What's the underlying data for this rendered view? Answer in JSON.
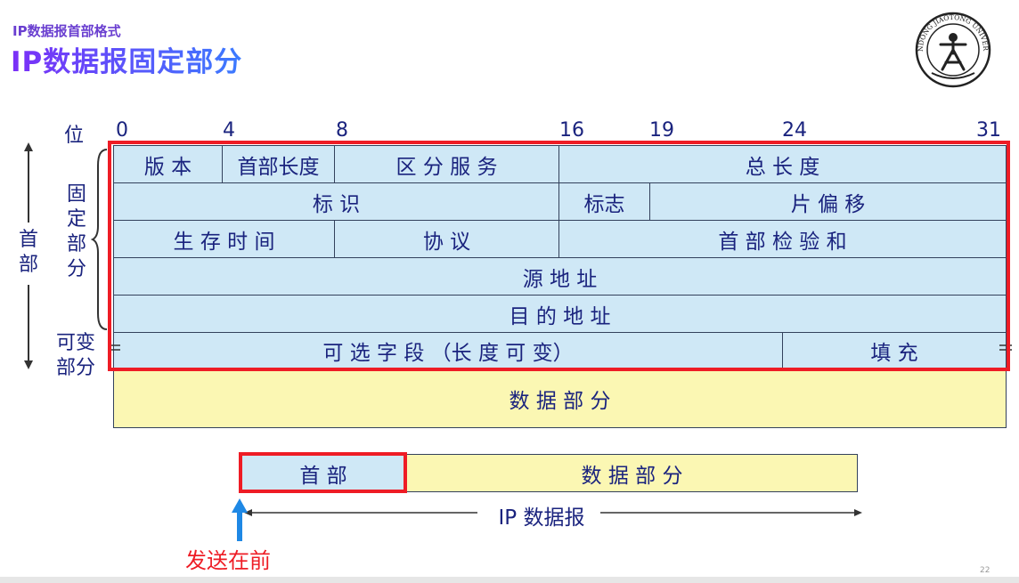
{
  "header": {
    "subtitle": "IP数据报首部格式",
    "title": "IP数据报固定部分"
  },
  "logo": {
    "name": "shandong-jiaotong-university-seal",
    "text": "SHANDONG JIAOTONG UNIVERSITY",
    "colors": {
      "stroke": "#222222"
    }
  },
  "bits": {
    "label": "位",
    "marks": [
      "0",
      "4",
      "8",
      "16",
      "19",
      "24",
      "31"
    ]
  },
  "side": {
    "header": "首部",
    "fixed": "固定部分",
    "variable": "可变部分"
  },
  "fields": {
    "version": "版 本",
    "ihl": "首部长度",
    "ds": "区 分 服 务",
    "total_length": "总  长  度",
    "identification": "标    识",
    "flags": "标志",
    "fragment_offset": "片  偏  移",
    "ttl": "生 存 时 间",
    "protocol": "协    议",
    "checksum": "首  部  检  验  和",
    "src": "源   地   址",
    "dst": "目   的   地   址",
    "options": "可   选   字   段  （长   度   可   变）",
    "padding": "填      充",
    "data": "数        据        部        分"
  },
  "packet": {
    "header": "首   部",
    "data": "数         据         部         分",
    "label": "IP 数据报",
    "send_first": "发送在前"
  },
  "page": {
    "number": "22"
  },
  "colors": {
    "header_fill": "#cfe8f6",
    "data_fill": "#fbf7b3",
    "highlight": "#ee1c25",
    "arrow_blue": "#1e88e5",
    "title_gradient": [
      "#7b2ff7",
      "#3b7bff"
    ]
  }
}
